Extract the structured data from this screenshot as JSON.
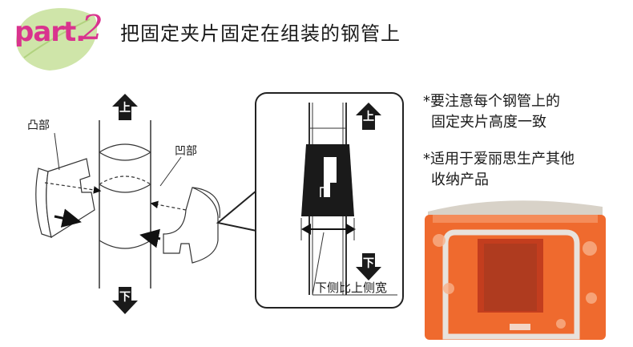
{
  "header": {
    "part_word": "part.",
    "part_number": "2",
    "title": "把固定夹片固定在组装的钢管上"
  },
  "labels": {
    "convex": "凸部",
    "concave": "凹部",
    "up": "上",
    "down": "下",
    "width_note": "下侧比上侧宽"
  },
  "notes": [
    {
      "line1": "*要注意每个钢管上的",
      "line2": "固定夹片高度一致"
    },
    {
      "line1": "*适用于爱丽思生产其他",
      "line2": "收纳产品"
    }
  ],
  "colors": {
    "accent": "#d9338e",
    "leaf": "#c7e09a",
    "box_orange": "#ef6a2e"
  }
}
